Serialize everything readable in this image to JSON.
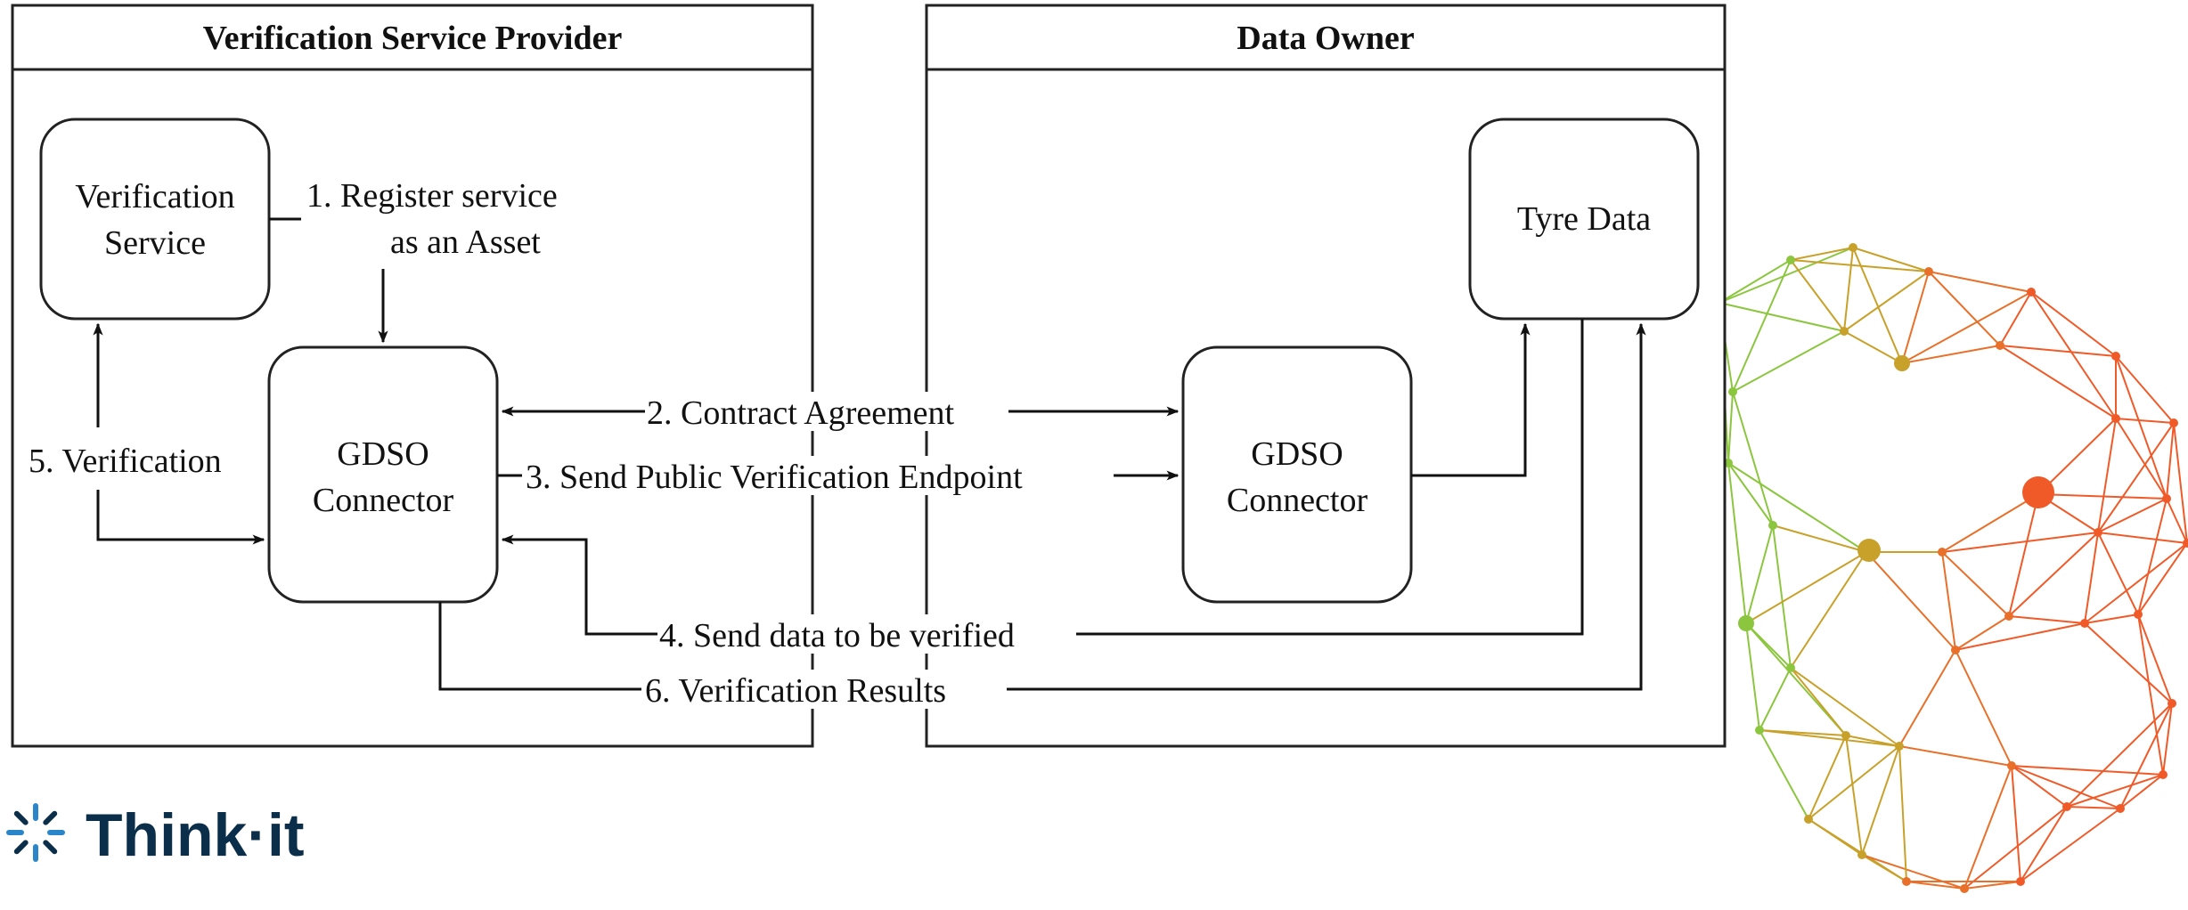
{
  "panels": {
    "left_title": "Verification Service Provider",
    "right_title": "Data Owner"
  },
  "nodes": {
    "verification_service": [
      "Verification",
      "Service"
    ],
    "gdso_left": [
      "GDSO",
      "Connector"
    ],
    "gdso_right": [
      "GDSO",
      "Connector"
    ],
    "tyre_data": "Tyre Data"
  },
  "steps": {
    "register": [
      "1. Register service",
      "as an Asset"
    ],
    "contract": "2. Contract Agreement",
    "send_endpoint": "3. Send Public Verification Endpoint",
    "send_data": "4. Send data to be verified",
    "verification": "5. Verification",
    "results": "6. Verification Results"
  },
  "logo": {
    "text": "Think·it",
    "color": "#0b2f4a",
    "accent": "#2a86c9"
  },
  "decoration": {
    "name": "network-sphere",
    "colors": [
      "#8cc63f",
      "#c8a12a",
      "#e8702a",
      "#f05a28"
    ]
  }
}
